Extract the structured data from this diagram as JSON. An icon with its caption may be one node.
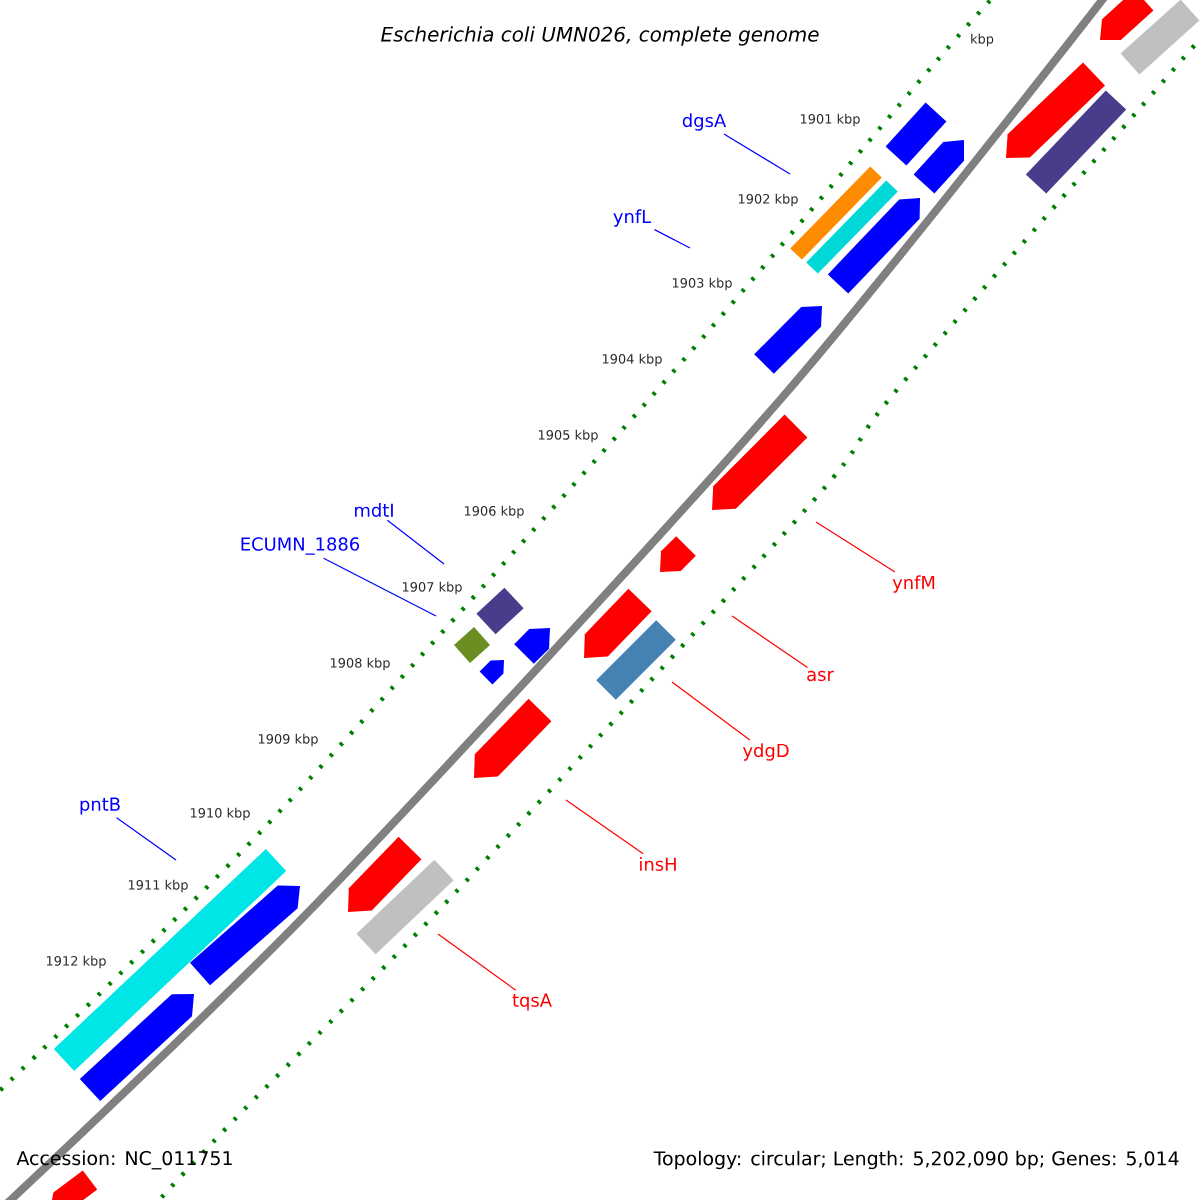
{
  "diagram": {
    "title": "Escherichia coli UMN026, complete genome",
    "nodes": [
      {
        "text": [
          "dgsA"
        ]
      },
      {
        "text": [
          "ynfL"
        ]
      },
      {
        "text": [
          "mdtI"
        ]
      },
      {
        "text": [
          "ECUMN_1886"
        ]
      },
      {
        "text": [
          "ynfM"
        ]
      },
      {
        "text": [
          "asr"
        ]
      },
      {
        "text": [
          "ydgD"
        ]
      },
      {
        "text": [
          "pntB"
        ]
      },
      {
        "text": [
          "insH"
        ]
      },
      {
        "text": [
          "tqsA"
        ]
      }
    ],
    "edges": [
      {
        "from": 0,
        "to": null,
        "arrow": "none",
        "color": "#0000ff"
      },
      {
        "from": 1,
        "to": null,
        "arrow": "none",
        "color": "#0000ff"
      },
      {
        "from": 2,
        "to": null,
        "arrow": "none",
        "color": "#0000ff"
      },
      {
        "from": 3,
        "to": null,
        "arrow": "none",
        "color": "#0000ff"
      },
      {
        "from": 4,
        "to": null,
        "arrow": "none",
        "color": "#ff0000"
      },
      {
        "from": 5,
        "to": null,
        "arrow": "none",
        "color": "#ff0000"
      },
      {
        "from": 6,
        "to": null,
        "arrow": "none",
        "color": "#ff0000"
      },
      {
        "from": 7,
        "to": null,
        "arrow": "none",
        "color": "#0000ff"
      },
      {
        "from": 8,
        "to": null,
        "arrow": "none",
        "color": "#ff0000"
      },
      {
        "from": 9,
        "to": null,
        "arrow": "none",
        "color": "#ff0000"
      }
    ],
    "labels": [
      "kbp",
      "1901 kbp",
      "1902 kbp",
      "1903 kbp",
      "1904 kbp",
      "1905 kbp",
      "1906 kbp",
      "1907 kbp",
      "1908 kbp",
      "1909 kbp",
      "1910 kbp",
      "1911 kbp",
      "1912 kbp",
      "Accession: NC_011751",
      "Topology: circular; Length: 5,202,090 bp; Genes: 5,014"
    ]
  }
}
